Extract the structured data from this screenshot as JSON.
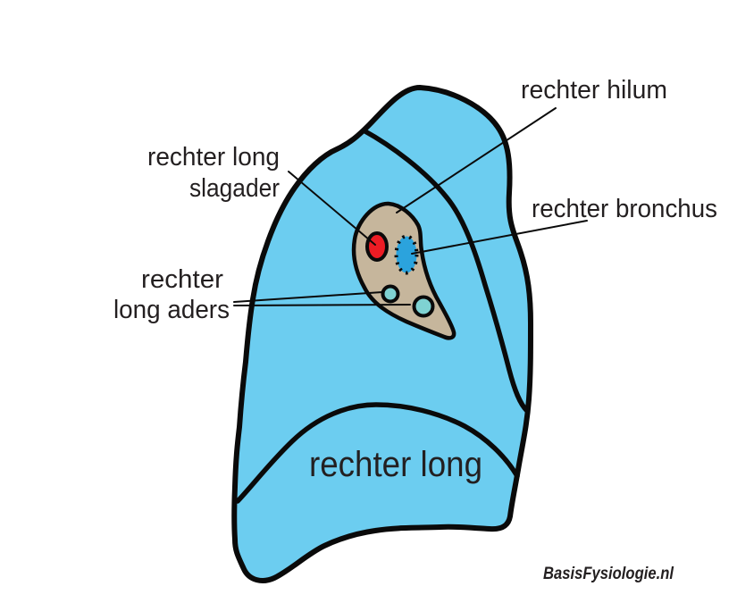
{
  "page": {
    "background": "#FFFFFF"
  },
  "diagram": {
    "type": "anatomy-illustration",
    "subject": "right lung medial view",
    "labels": {
      "hilum": "rechter hilum",
      "artery_line1": "rechter long",
      "artery_line2": "slagader",
      "bronchus": "rechter bronchus",
      "veins_line1": "rechter",
      "veins_line2": "long aders",
      "lung": "rechter long"
    },
    "watermark": "BasisFysiologie.nl",
    "colors": {
      "lung_fill": "#6CCDF0",
      "hilum_fill": "#C6B69C",
      "artery_fill": "#EC1C24",
      "bronchus_fill": "#2BA3DD",
      "vein_fill": "#7FD2D2",
      "outline": "#0A0A0A",
      "text": "#231F20"
    }
  }
}
